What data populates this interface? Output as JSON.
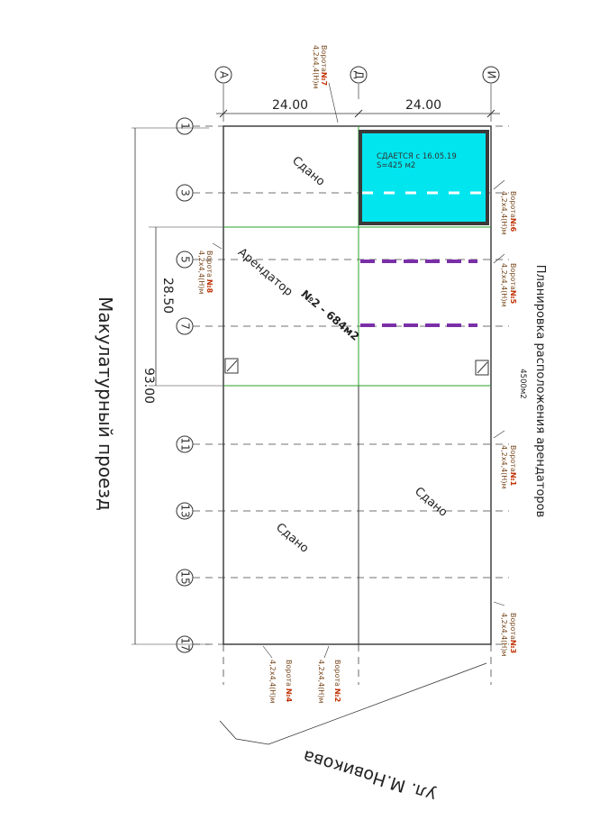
{
  "title": "Планировка расположения арендаторов",
  "area_total": "4500м2",
  "street_west": "Макулатурный проезд",
  "street_south": "ул. М.Новикова",
  "axes_columns": [
    "А",
    "Д",
    "И"
  ],
  "axes_rows": [
    "1",
    "3",
    "5",
    "7",
    "11",
    "13",
    "15",
    "17"
  ],
  "dimensions": {
    "width_left": "24.00",
    "width_right": "24.00",
    "total_length": "93.00",
    "section_length": "28.50"
  },
  "rented_notice": {
    "line1": "СДАЕТСЯ с 16.05.19",
    "line2": "S=425 м2"
  },
  "tenant_label": "Арендатор",
  "tenant_area": "№2 - 684м2",
  "rented_label": "Сдано",
  "gates": {
    "prefix": "Ворота",
    "size": "4,2x4,4(Н)м",
    "g7": "№7",
    "g6": "№6",
    "g5": "№5",
    "g4": "№4",
    "g8": "№8",
    "g1": "№1",
    "g3": "№3",
    "g2": "№2"
  },
  "colors": {
    "cyan": "#00e5ee",
    "purple": "#7a2fa8",
    "green_line": "#2aa02a",
    "gate_red": "#c03000"
  }
}
